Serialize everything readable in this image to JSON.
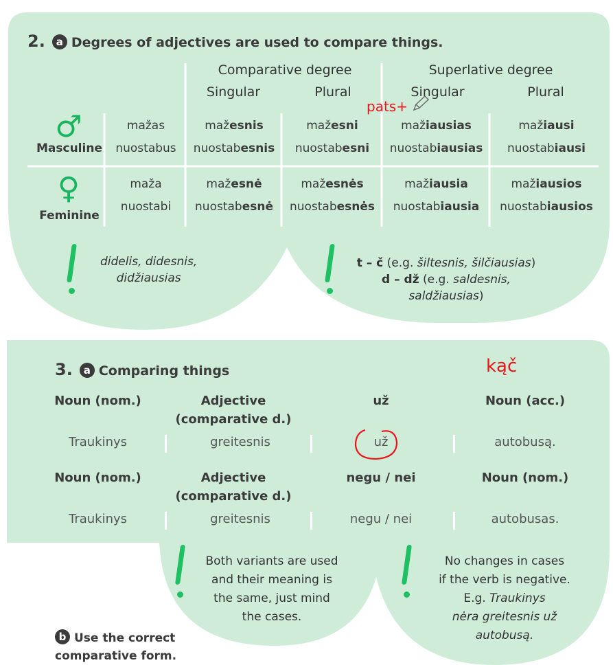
{
  "section2": {
    "number": "2.",
    "badge": "a",
    "title": "Degrees of adjectives are used to compare things.",
    "headers": {
      "comparative": "Comparative degree",
      "superlative": "Superlative degree",
      "singular": "Singular",
      "plural": "Plural"
    },
    "annotation": "pats+",
    "masculine": {
      "label": "Masculine",
      "symbol": "♂",
      "base": [
        "mažas",
        "nuostabus"
      ],
      "comp_sg": [
        [
          "maž",
          "esnis"
        ],
        [
          "nuostab",
          "esnis"
        ]
      ],
      "comp_pl": [
        [
          "maž",
          "esni"
        ],
        [
          "nuostab",
          "esni"
        ]
      ],
      "sup_sg": [
        [
          "maž",
          "iausias"
        ],
        [
          "nuostab",
          "iausias"
        ]
      ],
      "sup_pl": [
        [
          "maž",
          "iausi"
        ],
        [
          "nuostab",
          "iausi"
        ]
      ]
    },
    "feminine": {
      "label": "Feminine",
      "symbol": "♀",
      "base": [
        "maža",
        "nuostabi"
      ],
      "comp_sg": [
        [
          "maž",
          "esnė"
        ],
        [
          "nuostab",
          "esnė"
        ]
      ],
      "comp_pl": [
        [
          "maž",
          "esnės"
        ],
        [
          "nuostab",
          "esnės"
        ]
      ],
      "sup_sg": [
        [
          "maž",
          "iausia"
        ],
        [
          "nuostab",
          "iausia"
        ]
      ],
      "sup_pl": [
        [
          "maž",
          "iausios"
        ],
        [
          "nuostab",
          "iausios"
        ]
      ]
    },
    "note1": {
      "line1": "didelis, didesnis,",
      "line2": "didžiausias"
    },
    "note2": {
      "rule1": "t – č",
      "ex1": " (e.g. ",
      "ex1i": "šiltesnis, šilčiausias",
      "ex1end": ")",
      "rule2": "d – dž",
      "ex2": " (e.g. ",
      "ex2i": "saldesnis,",
      "ex2i2": "saldžiausias",
      "ex2end": ")"
    }
  },
  "section3": {
    "number": "3.",
    "badge": "a",
    "title": "Comparing things",
    "annotation": "kąč",
    "row1_headers": [
      "Noun (nom.)",
      "Adjective",
      "(comparative d.)",
      "už",
      "Noun (acc.)"
    ],
    "row1_values": [
      "Traukinys",
      "greitesnis",
      "už",
      "autobusą."
    ],
    "row2_headers": [
      "Noun (nom.)",
      "Adjective",
      "(comparative d.)",
      "negu / nei",
      "Noun (nom.)"
    ],
    "row2_values": [
      "Traukinys",
      "greitesnis",
      "negu / nei",
      "autobusas."
    ],
    "note_left": [
      "Both variants are used",
      "and their meaning is",
      "the same, just mind",
      "the cases."
    ],
    "note_right": [
      "No changes in cases",
      "if the verb is negative.",
      "E.g. ",
      "Traukinys",
      "nėra greitesnis už",
      "autobusą."
    ]
  },
  "section3b": {
    "badge": "b",
    "line1": "Use the correct",
    "line2": "comparative form."
  }
}
